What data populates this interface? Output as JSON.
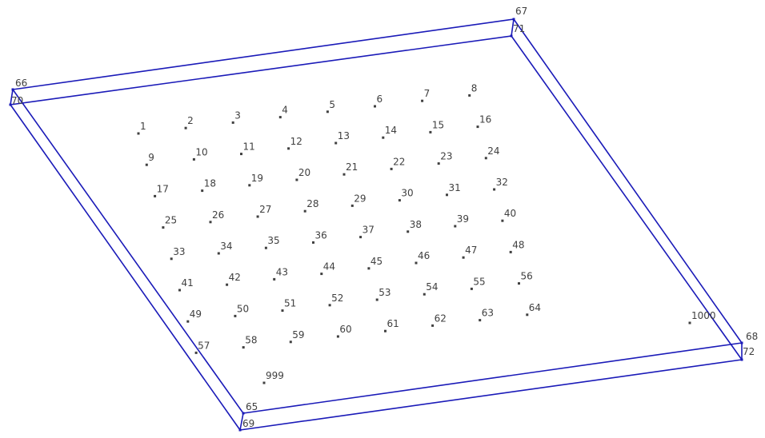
{
  "diagram": {
    "colors": {
      "frame": "#1a1ab8",
      "node": "#404040",
      "label": "#404040",
      "background": "#ffffff"
    },
    "grid_nodes": [
      {
        "id": "1"
      },
      {
        "id": "2"
      },
      {
        "id": "3"
      },
      {
        "id": "4"
      },
      {
        "id": "5"
      },
      {
        "id": "6"
      },
      {
        "id": "7"
      },
      {
        "id": "8"
      },
      {
        "id": "9"
      },
      {
        "id": "10"
      },
      {
        "id": "11"
      },
      {
        "id": "12"
      },
      {
        "id": "13"
      },
      {
        "id": "14"
      },
      {
        "id": "15"
      },
      {
        "id": "16"
      },
      {
        "id": "17"
      },
      {
        "id": "18"
      },
      {
        "id": "19"
      },
      {
        "id": "20"
      },
      {
        "id": "21"
      },
      {
        "id": "22"
      },
      {
        "id": "23"
      },
      {
        "id": "24"
      },
      {
        "id": "25"
      },
      {
        "id": "26"
      },
      {
        "id": "27"
      },
      {
        "id": "28"
      },
      {
        "id": "29"
      },
      {
        "id": "30"
      },
      {
        "id": "31"
      },
      {
        "id": "32"
      },
      {
        "id": "33"
      },
      {
        "id": "34"
      },
      {
        "id": "35"
      },
      {
        "id": "36"
      },
      {
        "id": "37"
      },
      {
        "id": "38"
      },
      {
        "id": "39"
      },
      {
        "id": "40"
      },
      {
        "id": "41"
      },
      {
        "id": "42"
      },
      {
        "id": "43"
      },
      {
        "id": "44"
      },
      {
        "id": "45"
      },
      {
        "id": "46"
      },
      {
        "id": "47"
      },
      {
        "id": "48"
      },
      {
        "id": "49"
      },
      {
        "id": "50"
      },
      {
        "id": "51"
      },
      {
        "id": "52"
      },
      {
        "id": "53"
      },
      {
        "id": "54"
      },
      {
        "id": "55"
      },
      {
        "id": "56"
      },
      {
        "id": "57"
      },
      {
        "id": "58"
      },
      {
        "id": "59"
      },
      {
        "id": "60"
      },
      {
        "id": "61"
      },
      {
        "id": "62"
      },
      {
        "id": "63"
      },
      {
        "id": "64"
      }
    ],
    "extra_nodes": [
      {
        "id": "999"
      },
      {
        "id": "1000"
      }
    ],
    "frame_nodes": {
      "top_outer": [
        "66",
        "67",
        "68",
        "65"
      ],
      "top_inner": [
        "70",
        "71",
        "72",
        "69"
      ]
    }
  }
}
